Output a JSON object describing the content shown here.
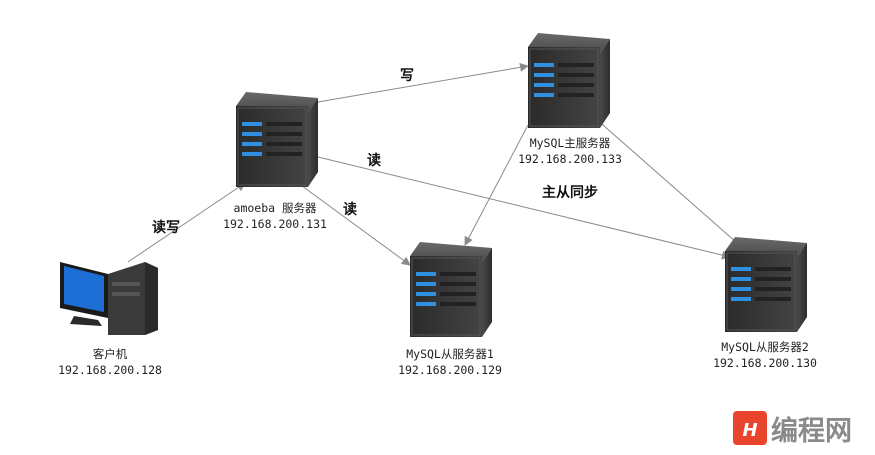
{
  "nodes": {
    "client": {
      "name": "客户机",
      "ip": "192.168.200.128"
    },
    "amoeba": {
      "name": "amoeba 服务器",
      "ip": "192.168.200.131"
    },
    "master": {
      "name": "MySQL主服务器",
      "ip": "192.168.200.133"
    },
    "slave1": {
      "name": "MySQL从服务器1",
      "ip": "192.168.200.129"
    },
    "slave2": {
      "name": "MySQL从服务器2",
      "ip": "192.168.200.130"
    }
  },
  "edges": {
    "client_amoeba": "读写",
    "amoeba_master": "写",
    "amoeba_slave2": "读",
    "amoeba_slave1": "读",
    "master_sync": "主从同步"
  },
  "watermark": {
    "logo_text": "编程网"
  },
  "colors": {
    "server_body": "#3a3a3a",
    "server_led": "#2f8fe0",
    "monitor_screen": "#1d6fd6",
    "edge": "#8a8a8a",
    "logo_red": "#e8452c"
  }
}
